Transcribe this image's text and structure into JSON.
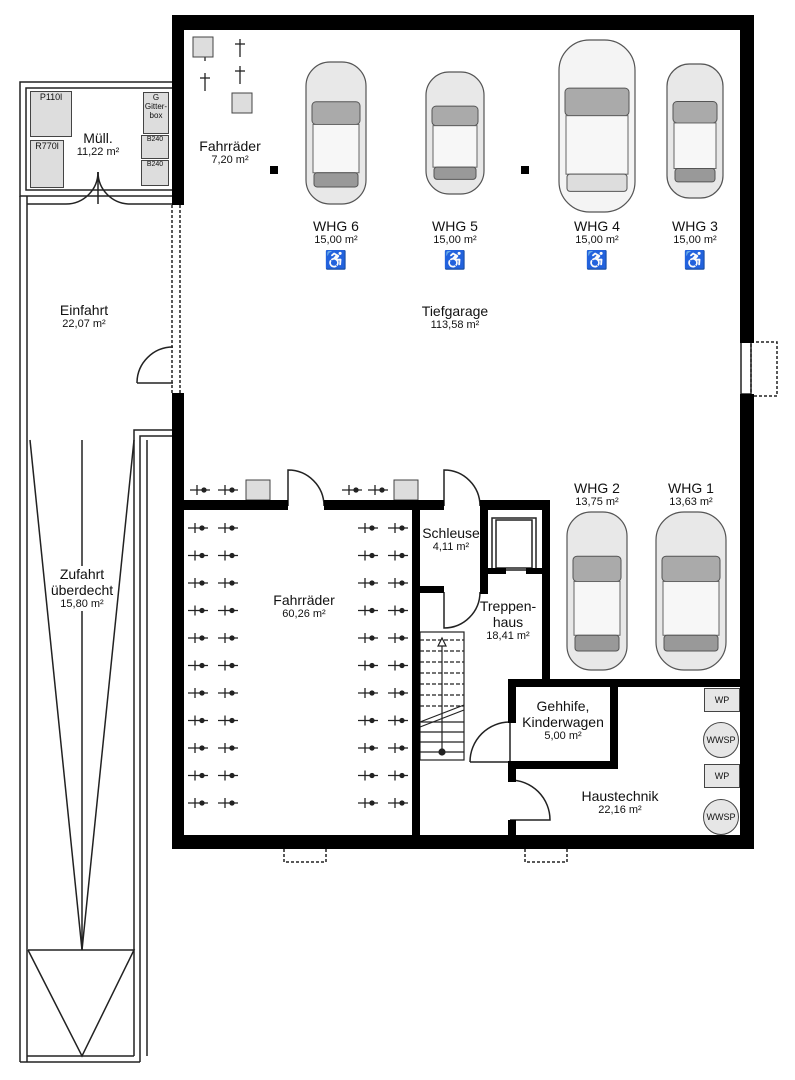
{
  "rooms": {
    "muell": {
      "name": "Müll.",
      "area": "11,22 m²"
    },
    "fahrraeder_small": {
      "name": "Fahrräder",
      "area": "7,20 m²"
    },
    "einfahrt": {
      "name": "Einfahrt",
      "area": "22,07 m²"
    },
    "zufahrt": {
      "name": "Zufahrt\nüberdecht",
      "name1": "Zufahrt",
      "name2": "überdecht",
      "area": "15,80 m²"
    },
    "tiefgarage": {
      "name": "Tiefgarage",
      "area": "113,58 m²"
    },
    "fahrraeder_large": {
      "name": "Fahrräder",
      "area": "60,26 m²"
    },
    "schleuse": {
      "name": "Schleuse",
      "area": "4,11 m²"
    },
    "treppenhaus": {
      "name1": "Treppen-",
      "name2": "haus",
      "area": "18,41 m²"
    },
    "gehhilfe": {
      "name1": "Gehhife,",
      "name2": "Kinderwagen",
      "area": "5,00 m²"
    },
    "haustechnik": {
      "name": "Haustechnik",
      "area": "22,16 m²"
    }
  },
  "parking": [
    {
      "name": "WHG 6",
      "area": "15,00 m²",
      "accessible": true
    },
    {
      "name": "WHG 5",
      "area": "15,00 m²",
      "accessible": true
    },
    {
      "name": "WHG 4",
      "area": "15,00 m²",
      "accessible": true
    },
    {
      "name": "WHG 3",
      "area": "15,00 m²",
      "accessible": true
    },
    {
      "name": "WHG 2",
      "area": "13,75 m²",
      "accessible": false
    },
    {
      "name": "WHG 1",
      "area": "13,63 m²",
      "accessible": false
    }
  ],
  "bins": {
    "p1100": "P110l",
    "r770": "R770l",
    "gitterbox": "G Gitter-box",
    "b240a": "B240",
    "b240b": "B240"
  },
  "equipment": {
    "wp1": "WP",
    "wwsp1": "WWSP",
    "wp2": "WP",
    "wwsp2": "WWSP"
  },
  "accessible_symbol": "♿"
}
